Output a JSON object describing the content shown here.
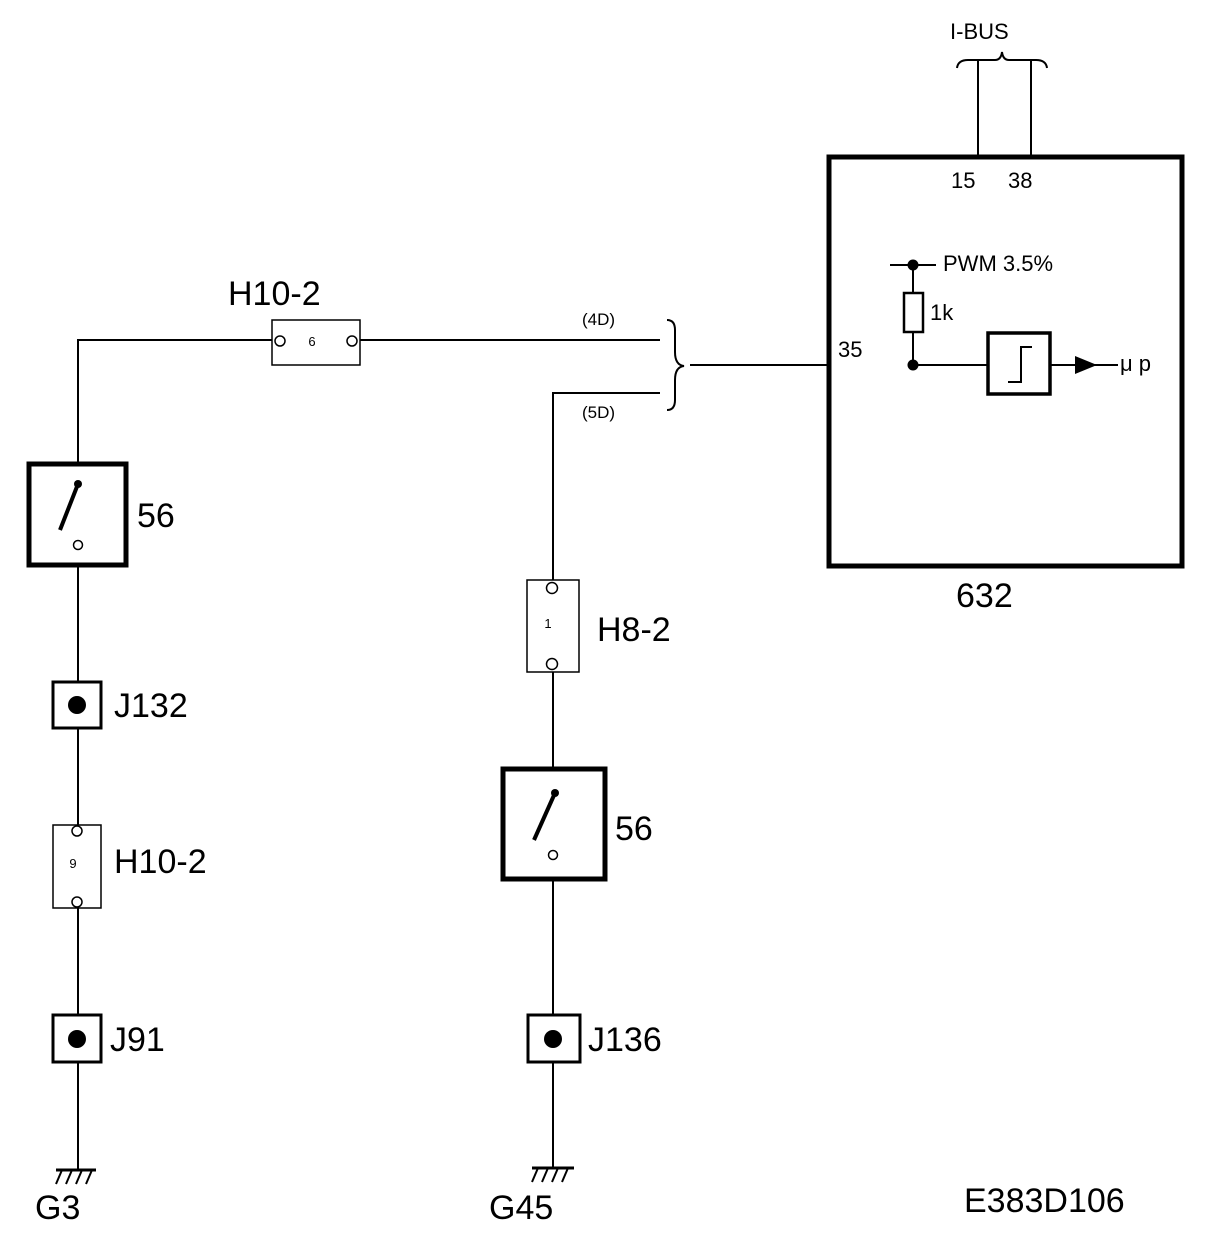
{
  "diagram_id": "E383D106",
  "control_unit": {
    "label": "632",
    "bus_label": "I-BUS",
    "pin_15": "15",
    "pin_38": "38",
    "pin_35": "35",
    "pwm_label": "PWM 3.5%",
    "resistor_label": "1k",
    "output_label": "μ p"
  },
  "wire_codes": {
    "upper": "(4D)",
    "lower": "(5D)"
  },
  "left_branch": {
    "connector_top": {
      "label": "H10-2",
      "pin": "6"
    },
    "switch": {
      "label": "56"
    },
    "splice_1": {
      "label": "J132"
    },
    "connector_bottom": {
      "label": "H10-2",
      "pin": "9"
    },
    "splice_2": {
      "label": "J91"
    },
    "ground": {
      "label": "G3"
    }
  },
  "right_branch": {
    "connector": {
      "label": "H8-2",
      "pin": "1"
    },
    "switch": {
      "label": "56"
    },
    "splice": {
      "label": "J136"
    },
    "ground": {
      "label": "G45"
    }
  }
}
